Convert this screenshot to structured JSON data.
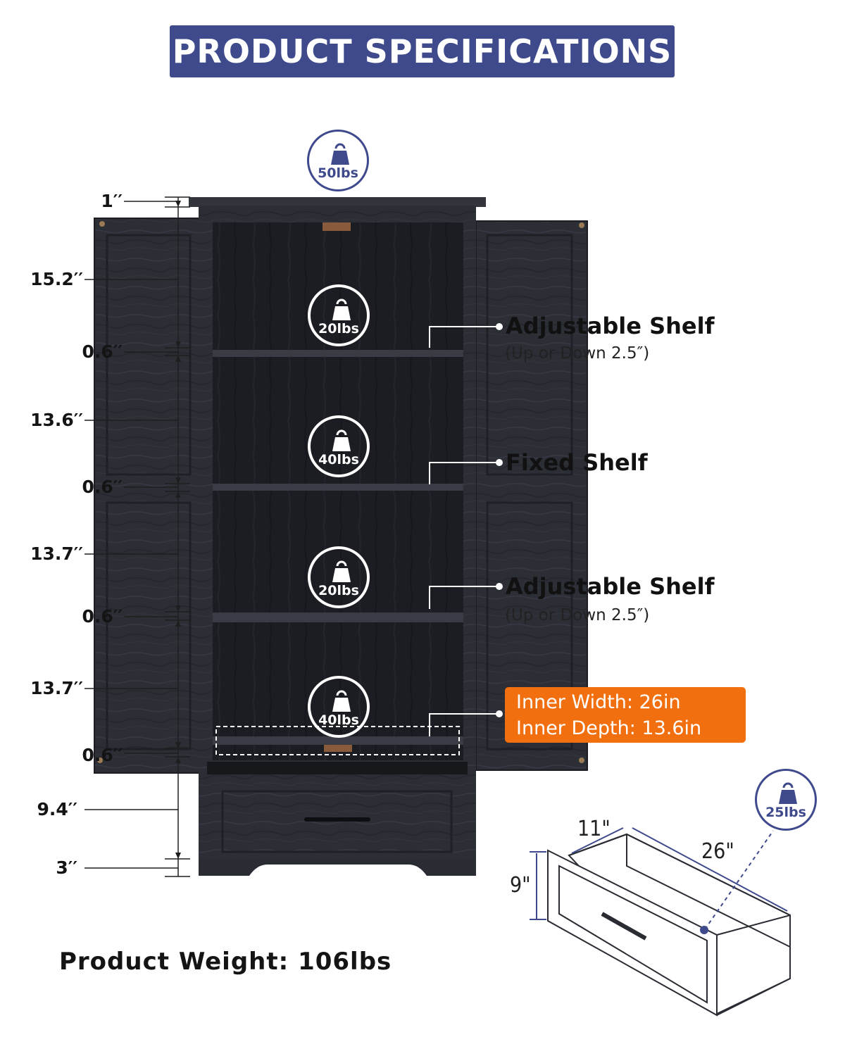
{
  "header": {
    "title": "PRODUCT SPECIFICATIONS"
  },
  "colors": {
    "banner": "#3e4a8c",
    "cabinet": "#2a2c33",
    "accent_orange": "#f26f0f",
    "badge_blue": "#3e4a8c"
  },
  "top_load": {
    "icon": "weight-bag-icon",
    "label": "50lbs"
  },
  "height_dimensions": [
    "1′′",
    "15.2′′",
    "0.6′′",
    "13.6′′",
    "0.6′′",
    "13.7′′",
    "0.6′′",
    "13.7′′",
    "0.6′′",
    "9.4′′",
    "3′′"
  ],
  "shelf_loads": [
    "20lbs",
    "40lbs",
    "20lbs",
    "40lbs"
  ],
  "callouts": [
    {
      "title": "Adjustable Shelf",
      "subtitle": "(Up or Down 2.5″)"
    },
    {
      "title": "Fixed Shelf",
      "subtitle": ""
    },
    {
      "title": "Adjustable Shelf",
      "subtitle": "(Up or Down 2.5″)"
    }
  ],
  "inner_dimensions": {
    "width": "Inner Width: 26in",
    "depth": "Inner Depth: 13.6in"
  },
  "product_weight": "Product Weight: 106lbs",
  "drawer": {
    "load": "25lbs",
    "depth": "11\"",
    "width": "26\"",
    "height": "9\""
  }
}
